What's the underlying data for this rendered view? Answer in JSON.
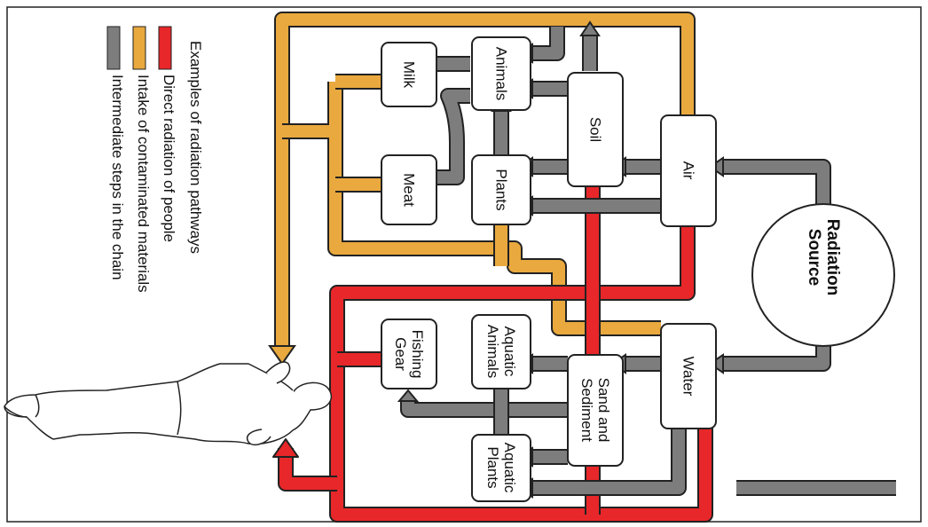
{
  "legend": {
    "title": "Examples of radiation pathways",
    "items": [
      {
        "label": "Direct radiation of people",
        "color": "#e8272a"
      },
      {
        "label": "Intake of contaminated materials",
        "color": "#e9a93e"
      },
      {
        "label": "Intermediate steps in the chain",
        "color": "#7d7d7d"
      }
    ]
  },
  "source": {
    "label": "Radiation\nSource"
  },
  "nodes": {
    "air": "Air",
    "soil": "Soil",
    "animals": "Animals",
    "milk": "Milk",
    "plants": "Plants",
    "meat": "Meat",
    "water": "Water",
    "sand": "Sand and\nSediment",
    "aquatic_animals": "Aquatic\nAnimals",
    "fishing_gear": "Fishing\nGear",
    "aquatic_plants": "Aquatic\nPlants"
  },
  "colors": {
    "red": "#e8272a",
    "orange": "#e9a93e",
    "gray": "#7d7d7d",
    "outline": "#222222"
  }
}
